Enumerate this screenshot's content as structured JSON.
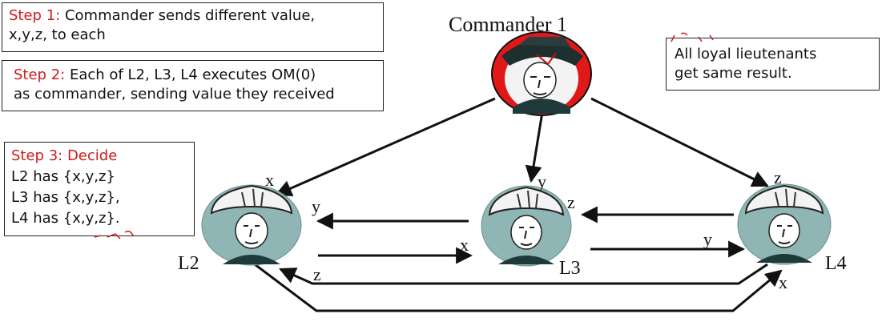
{
  "commander": {
    "title": "Commander 1"
  },
  "step1": {
    "label": "Step 1:",
    "text": " Commander sends different value,",
    "text2": "x,y,z, to each"
  },
  "step2": {
    "label": "Step 2:",
    "text": " Each of L2, L3, L4 executes OM(0)",
    "text2": "as commander, sending value they received"
  },
  "step3": {
    "label": "Step 3: Decide",
    "lines": [
      "L2 has {x,y,z}",
      "L3 has {x,y,z},",
      "L4 has {x,y,z}."
    ]
  },
  "note": {
    "line1": "All loyal lieutenants",
    "line2": "get same result."
  },
  "nodes": {
    "l2": "L2",
    "l3": "L3",
    "l4": "L4"
  },
  "edge_labels": {
    "c_to_l2": "x",
    "c_to_l3": "y",
    "c_to_l4": "z",
    "l3_to_l2": "y",
    "l2_to_l3": "x",
    "l3_to_l4": "y",
    "l4_to_l2": "z",
    "l2_to_l4": "x",
    "l4_to_l3": "z"
  },
  "colors": {
    "step_label": "#d11a1a",
    "commander_ring": "#e01818",
    "lieutenant_ring": "#8fb5b5",
    "arrow": "#111111"
  },
  "icons": {
    "commander": "napoleon-portrait-icon",
    "lieutenant": "soldier-portrait-icon"
  }
}
